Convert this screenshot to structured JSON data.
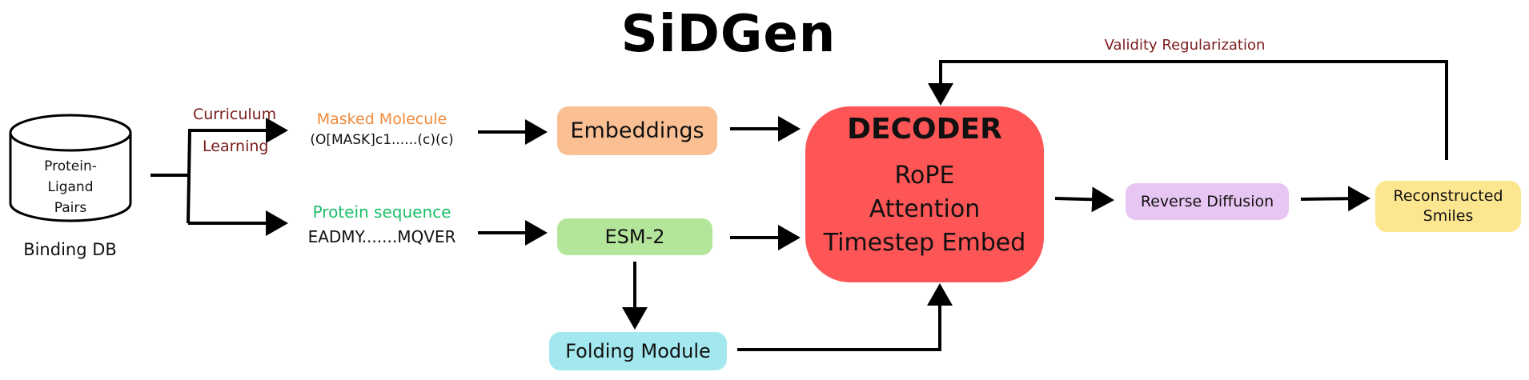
{
  "title": "SiDGen",
  "database": {
    "cylinder_label": "Protein-\nLigand\nPairs",
    "caption": "Binding DB"
  },
  "curriculum": {
    "line1": "Curriculum",
    "line2": "Learning"
  },
  "masked_molecule": {
    "title": "Masked Molecule",
    "example": "(O[MASK]c1......(c)(c)"
  },
  "protein_sequence": {
    "title": "Protein sequence",
    "example": "EADMY.......MQVER"
  },
  "embeddings": {
    "label": "Embeddings"
  },
  "esm2": {
    "label": "ESM-2"
  },
  "folding": {
    "label": "Folding Module"
  },
  "decoder": {
    "title": "DECODER",
    "lines": [
      "RoPE",
      "Attention",
      "Timestep Embed"
    ]
  },
  "reverse_diffusion": {
    "label": "Reverse Diffusion"
  },
  "reconstructed": {
    "label": "Reconstructed\nSmiles"
  },
  "feedback": {
    "label": "Validity Regularization"
  },
  "colors": {
    "embeddings": "#fbbf94",
    "esm2": "#b3e69b",
    "folding": "#a3e8ee",
    "decoder": "#fe5656",
    "reverse_diffusion": "#e8c6f3",
    "reconstructed": "#fde690",
    "dark_red": "#7a1b1b",
    "orange": "#f08a3b",
    "green": "#1bbf68"
  }
}
